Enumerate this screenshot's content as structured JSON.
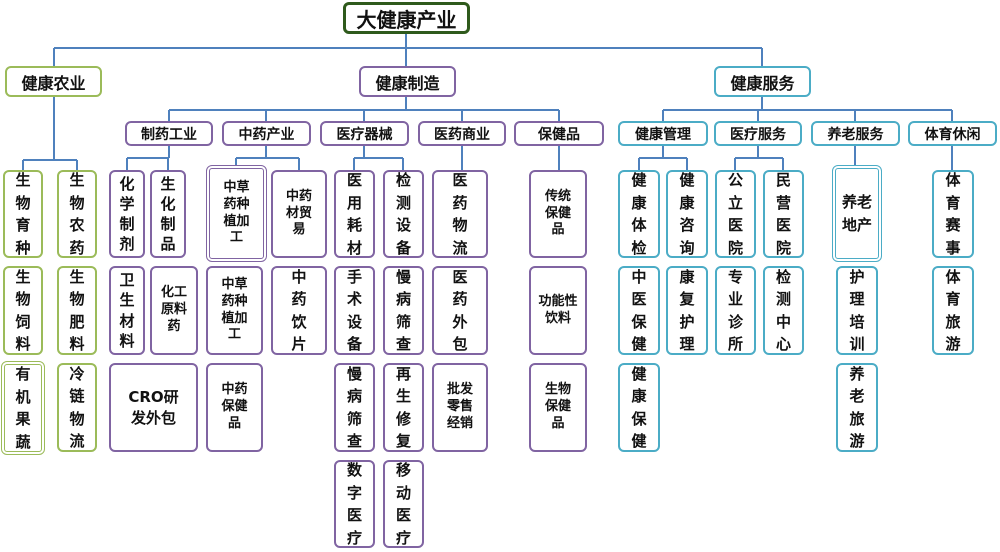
{
  "colors": {
    "root": "#2f5a1c",
    "agri": "#9bbb59",
    "mfg": "#8064a2",
    "svc": "#4bacc6",
    "line": "#4f81bd"
  },
  "root": "大健康产业",
  "branches": {
    "agri": "健康农业",
    "mfg": "健康制造",
    "svc": "健康服务"
  },
  "categories": {
    "pharma": "制药工业",
    "tcm": "中药产业",
    "device": "医疗器械",
    "commerce": "医药商业",
    "health_food": "保健品",
    "mgmt": "健康管理",
    "medical": "医疗服务",
    "elderly": "养老服务",
    "sports": "体育休闲"
  },
  "leaves": {
    "bio_breeding": "生物育种",
    "bio_pesticide": "生物农药",
    "bio_feed": "生物饲料",
    "bio_fertilizer": "生物肥料",
    "organic_produce": "有机果蔬",
    "cold_chain": "冷链物流",
    "chem_pharma": "化学制剂",
    "bio_products": "生化制品",
    "hygiene": "卫生材料",
    "chem_api": "化工原料药",
    "cro": "CRO研发外包",
    "herb_planting_1": "中草药种植加工",
    "herb_trade": "中药材贸易",
    "herb_planting_2": "中草药种植加工",
    "tcm_pieces": "中药饮片",
    "tcm_health": "中药保健品",
    "consumables": "医用耗材",
    "testing_equipment": "检测设备",
    "surgical": "手术设备",
    "chronic_screening_1": "慢病筛查",
    "chronic_screening_2": "慢病筛查",
    "regen": "再生修复",
    "digital_medical": "数字医疗",
    "mobile_medical": "移动医疗",
    "pharma_logistics": "医药物流",
    "pharma_outsource": "医药外包",
    "wholesale": "批发零售经销",
    "traditional_hf": "传统保健品",
    "functional_drinks": "功能性饮料",
    "bio_hf": "生物保健品",
    "checkup": "健康体检",
    "consult": "健康咨询",
    "tcm_care": "中医保健",
    "rehab": "康复护理",
    "wellness": "健康保健",
    "public_hosp": "公立医院",
    "private_hosp": "民营医院",
    "clinic": "专业诊所",
    "test_center": "检测中心",
    "elder_realty": "养老地产",
    "nurse_train": "护理培训",
    "elder_travel": "养老旅游",
    "sports_events": "体育赛事",
    "sports_travel": "体育旅游"
  }
}
